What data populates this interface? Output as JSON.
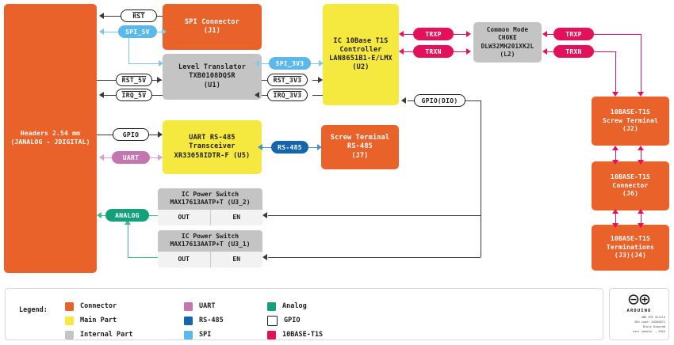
{
  "meta": {
    "accent_connector": "#e8622a",
    "accent_main": "#f5e83f",
    "accent_internal": "#c4c4c4",
    "accent_uart": "#c476b0",
    "accent_rs485": "#1565ab",
    "accent_analog": "#14a07a",
    "accent_spi": "#5bb8ea",
    "accent_t1s": "#e3105a"
  },
  "blocks": {
    "headers": {
      "l1": "Headers 2.54 mm",
      "l2": "(JANALOG - JDIGITAL)"
    },
    "spi_conn": {
      "l1": "SPI Connector",
      "l2": "(J1)"
    },
    "level_xlator": {
      "l1": "Level Translator",
      "l2": "TXB0108DQSR",
      "l3": "(U1)"
    },
    "uart_xcvr": {
      "l1": "UART RS-485",
      "l2": "Transceiver",
      "l3": "XR33058IDTR-F (U5)"
    },
    "screw_rs485": {
      "l1": "Screw Terminal",
      "l2": "RS-485",
      "l3": "(J7)"
    },
    "controller": {
      "l1": "IC 10Base T1S",
      "l2": "Controller",
      "l3": "LAN8651B1-E/LMX",
      "l4": "(U2)"
    },
    "choke": {
      "l1": "Common Mode",
      "l2": "CHOKE",
      "l3": "DLW32MH201XK2L",
      "l4": "(L2)"
    },
    "t1s_screw": {
      "l1": "10BASE-T1S",
      "l2": "Screw Terminal",
      "l3": "(J2)"
    },
    "t1s_conn": {
      "l1": "10BASE-T1S",
      "l2": "Connector",
      "l3": "(J6)"
    },
    "t1s_term": {
      "l1": "10BASE-T1S",
      "l2": "Terminations",
      "l3": "(J3)(J4)"
    },
    "psw_u3_2": {
      "title1": "IC Power Switch",
      "title2": "MAX17613AATP+T (U3_2)",
      "out": "OUT",
      "en": "EN"
    },
    "psw_u3_1": {
      "title1": "IC Power Switch",
      "title2": "MAX17613AATP+T (U3_1)",
      "out": "OUT",
      "en": "EN"
    }
  },
  "signals": {
    "rst": "RST",
    "spi_5v": "SPI_5V",
    "rst_5v": "RST_5V",
    "irq_5v": "IRQ_5V",
    "spi_3v3": "SPI_3V3",
    "rst_3v3": "RST_3V3",
    "irq_3v3": "IRQ_3V3",
    "gpio": "GPIO",
    "uart": "UART",
    "rs485": "RS-485",
    "analog": "ANALOG",
    "gpio_dio": "GPIO(DIO)",
    "trxp_left": "TRXP",
    "trxn_left": "TRXN",
    "trxp_right": "TRXP",
    "trxn_right": "TRXN"
  },
  "legend": {
    "title": "Legend:",
    "items": [
      {
        "label": "Connector",
        "color": "#e8622a",
        "outline": false
      },
      {
        "label": "UART",
        "color": "#c476b0",
        "outline": false
      },
      {
        "label": "Analog",
        "color": "#14a07a",
        "outline": false
      },
      {
        "label": "Main Part",
        "color": "#f5e83f",
        "outline": false
      },
      {
        "label": "RS-485",
        "color": "#1565ab",
        "outline": false
      },
      {
        "label": "GPIO",
        "color": "#ffffff",
        "outline": true
      },
      {
        "label": "Internal Part",
        "color": "#c4c4c4",
        "outline": false
      },
      {
        "label": "SPI",
        "color": "#5bb8ea",
        "outline": false
      },
      {
        "label": "10BASE-T1S",
        "color": "#e3105a",
        "outline": false
      }
    ]
  },
  "title_block": {
    "wordmark": "ARDUINO",
    "line1": "UNO SPE Shield",
    "line2": "SKU code: ASX00071",
    "line3": "Block Diagram",
    "line4": "Last update: , 2025"
  }
}
